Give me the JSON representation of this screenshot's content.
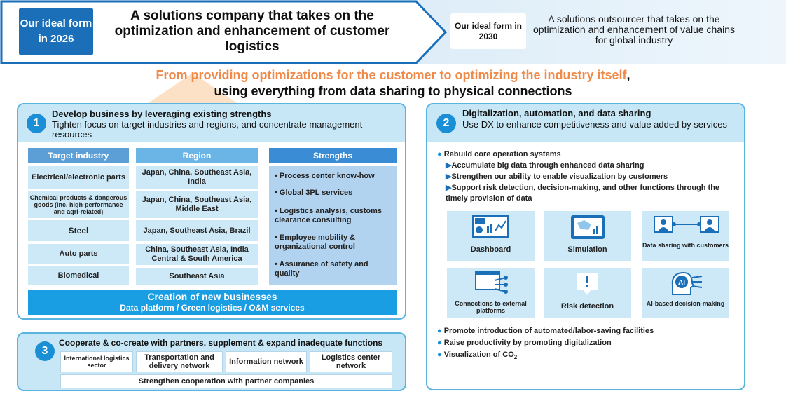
{
  "header": {
    "badge_2026": "Our ideal form in 2026",
    "title_2026": "A solutions company that takes on the optimization and enhancement of customer logistics",
    "badge_2030": "Our ideal form in 2030",
    "title_2030": "A solutions outsourcer that takes on the optimization and enhancement of value chains for global industry"
  },
  "slogan": {
    "line1": "From providing optimizations for the customer to optimizing the industry itself",
    "line1_comma": ",",
    "line2": "using everything from data sharing to physical connections"
  },
  "panel1": {
    "number": "1",
    "title": "Develop business by leveraging existing strengths",
    "subtitle": "Tighten focus on target industries and regions, and concentrate management resources",
    "col_target": "Target industry",
    "col_region": "Region",
    "col_strengths": "Strengths",
    "industries": [
      "Electrical/electronic parts",
      "Chemical products & dangerous goods (inc. high-performance and agri-related)",
      "Steel",
      "Auto parts",
      "Biomedical"
    ],
    "regions": [
      "Japan, China, Southeast Asia, India",
      "Japan, China, Southeast Asia, Middle East",
      "Japan, Southeast Asia, Brazil",
      "China, Southeast Asia, India Central & South America",
      "Southeast Asia"
    ],
    "strengths": [
      "Process center know-how",
      "Global 3PL services",
      "Logistics analysis, customs clearance consulting",
      "Employee mobility & organizational control",
      "Assurance of safety and quality"
    ],
    "newbiz_title": "Creation of new businesses",
    "newbiz_sub": "Data platform / Green logistics / O&M services"
  },
  "panel2": {
    "number": "2",
    "title": "Digitalization, automation, and data sharing",
    "subtitle": "Use DX to enhance competitiveness and value added by services",
    "bullet_main": "Rebuild core operation systems",
    "sub_bullets": [
      "Accumulate big data through enhanced data sharing",
      "Strengthen our ability to enable visualization by customers",
      "Support risk detection, decision-making, and other functions through the timely provision of data"
    ],
    "tiles": [
      "Dashboard",
      "Simulation",
      "Data sharing with customers",
      "Connections to external platforms",
      "Risk detection",
      "AI-based decision-making"
    ],
    "ai_badge": "AI",
    "bullets_bottom": [
      "Promote introduction of automated/labor-saving facilities",
      "Raise productivity by promoting digitalization"
    ],
    "bullet_co2_prefix": "Visualization of CO",
    "bullet_co2_sub": "2"
  },
  "panel3": {
    "number": "3",
    "title": "Cooperate & co-create with partners, supplement & expand inadequate functions",
    "boxes": [
      "International logistics sector",
      "Transportation and delivery network",
      "Information network",
      "Logistics center network"
    ],
    "footer": "Strengthen cooperation with partner companies"
  },
  "colors": {
    "dark_blue": "#1a6fb8",
    "accent_orange": "#ef8a4a",
    "panel_border": "#5ab4e0",
    "tile_bg": "#cde9f7",
    "target_head": "#5b9fd6",
    "region_head": "#6bb5e6",
    "strengths_head": "#3a8dd4",
    "newbiz_bg": "#1a9ee3"
  }
}
